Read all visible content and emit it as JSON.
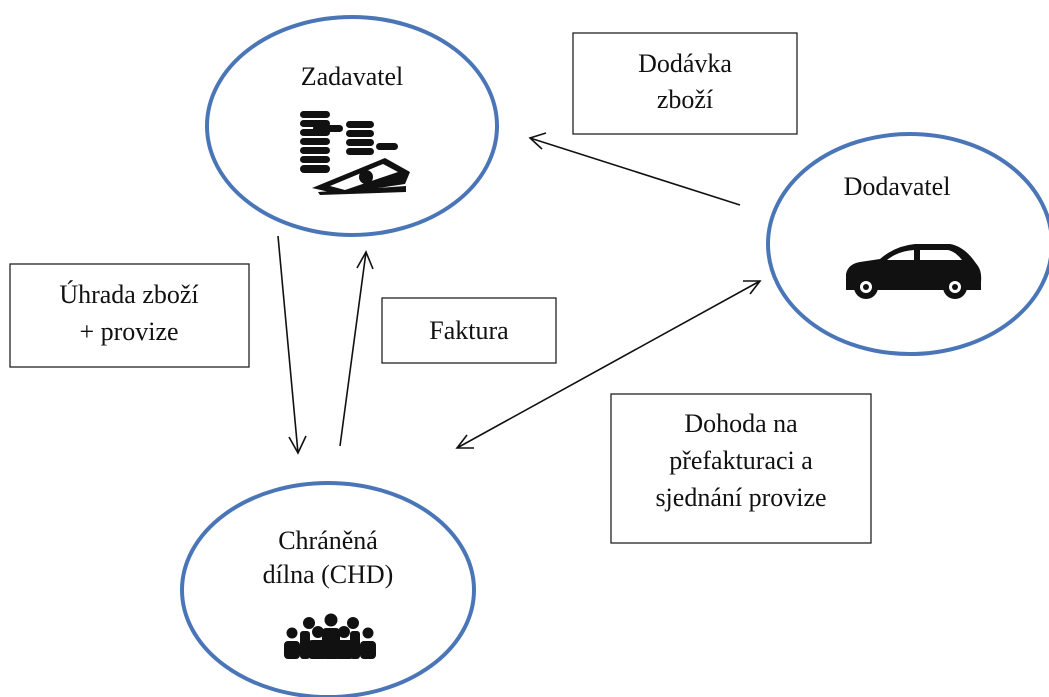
{
  "nodes": {
    "zadavatel": {
      "label": "Zadavatel",
      "icon": "coins-and-cash-icon"
    },
    "dodavatel": {
      "label": "Dodavatel",
      "icon": "car-icon"
    },
    "chd": {
      "label_line1": "Chráněná",
      "label_line2": "dílna (CHD)",
      "icon": "people-group-icon"
    }
  },
  "labels": {
    "dodavka": {
      "line1": "Dodávka",
      "line2": "zboží"
    },
    "uhrada": {
      "line1": "Úhrada zboží",
      "line2": "+ provize"
    },
    "faktura": {
      "line1": "Faktura"
    },
    "dohoda": {
      "line1": "Dohoda na",
      "line2": "přefakturaci a",
      "line3": "sjednání provize"
    }
  },
  "colors": {
    "ellipse_stroke": "#4a76b8",
    "text": "#111111",
    "box_border": "#222222"
  }
}
